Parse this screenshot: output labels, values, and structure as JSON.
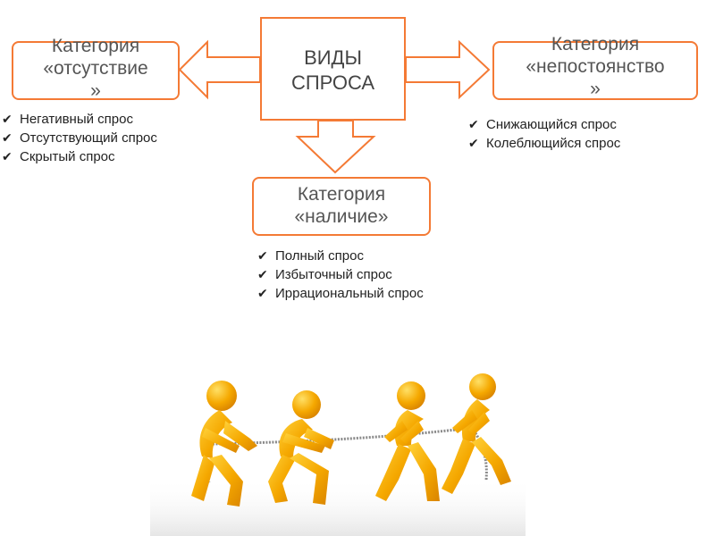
{
  "center": {
    "line1": "ВИДЫ",
    "line2": "СПРОСА"
  },
  "categories": [
    {
      "id": "absence",
      "line1": "Категория",
      "line2": "«отсутствие",
      "line3": "»",
      "items": [
        "Негативный спрос",
        "Отсутствующий спрос",
        "Скрытый спрос"
      ]
    },
    {
      "id": "irregular",
      "line1": "Категория",
      "line2": "«непостоянство",
      "line3": "»",
      "items": [
        "Снижающийся спрос",
        "Колеблющийся спрос"
      ]
    },
    {
      "id": "presence",
      "line1": "Категория",
      "line2": "«наличие»",
      "items": [
        "Полный спрос",
        "Избыточный спрос",
        "Иррациональный спрос"
      ]
    }
  ],
  "check_mark": "✔",
  "colors": {
    "accent": "#f47a35",
    "figure": "#f5a800",
    "figure_light": "#ffd23c",
    "figure_dark": "#d98400",
    "rope": "#8a8a8a"
  },
  "icons": {
    "check": "check-icon",
    "illustration": "tug-of-war-figures-icon"
  }
}
